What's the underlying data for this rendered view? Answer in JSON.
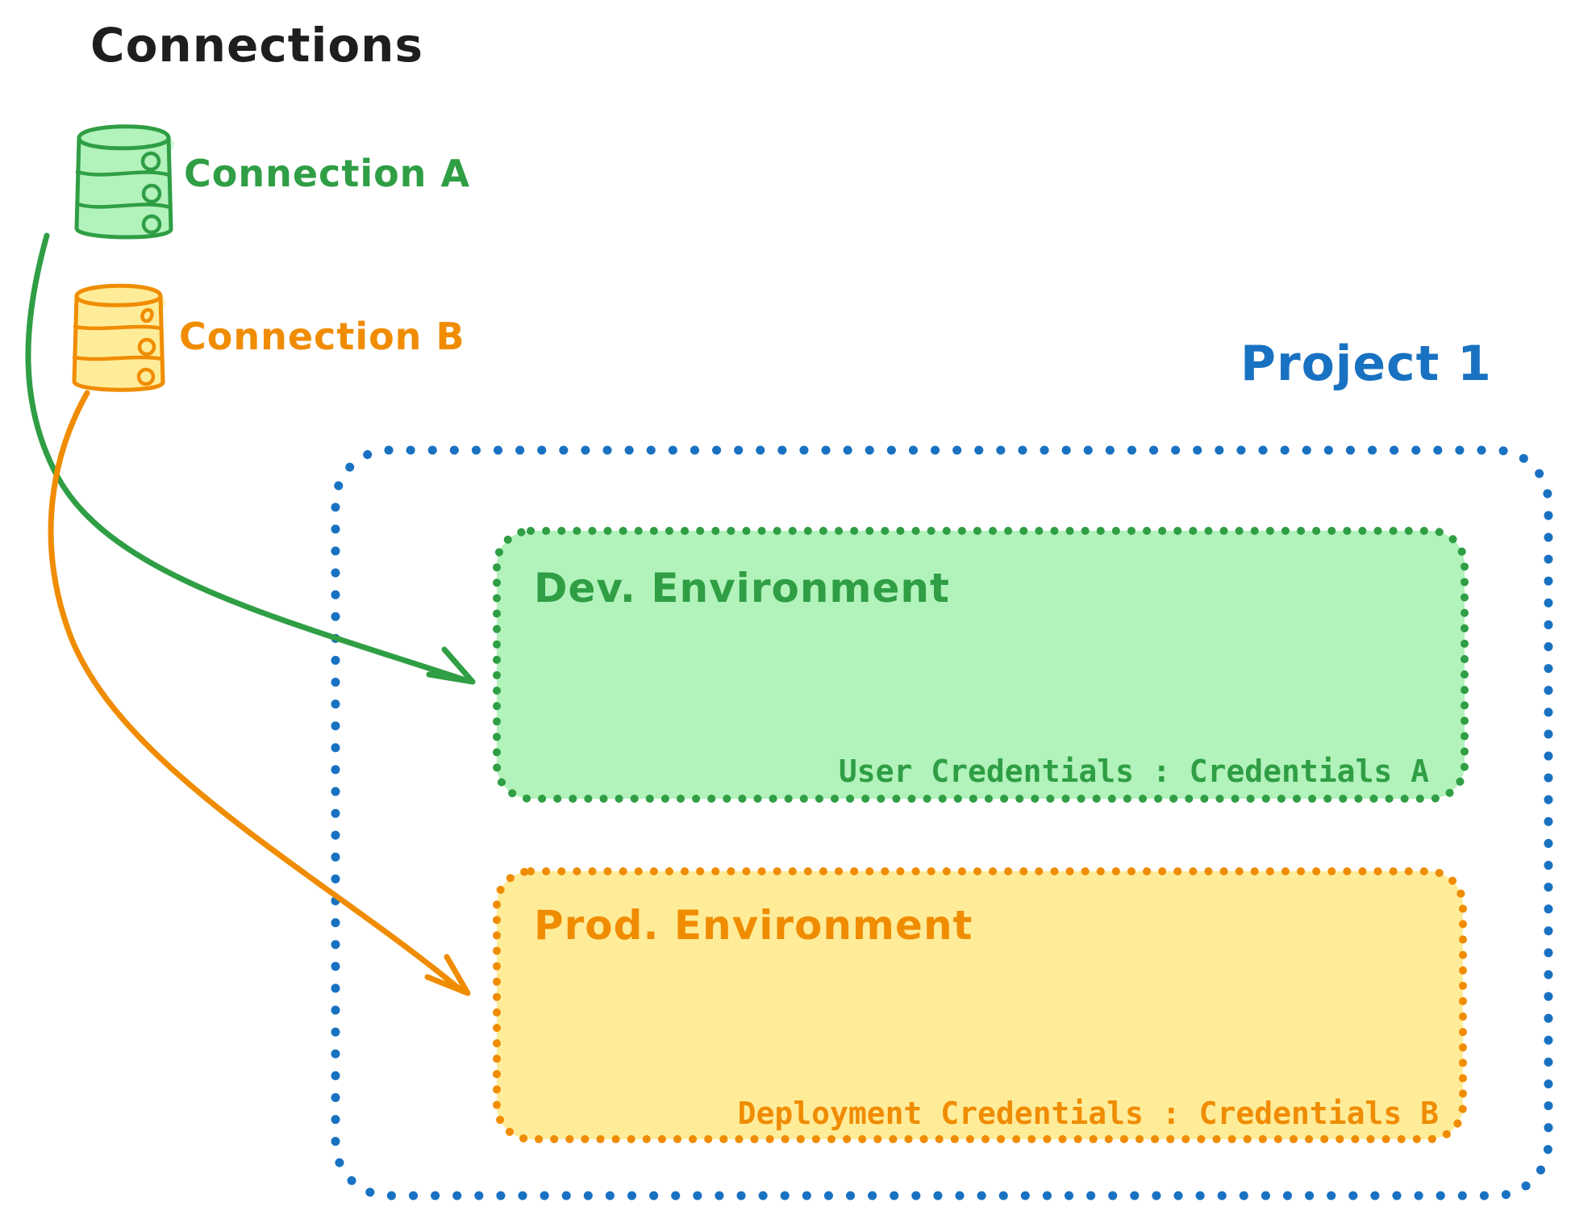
{
  "title": "Connections",
  "colors": {
    "text_black": "#1e1e1e",
    "green_stroke": "#2f9e44",
    "green_fill": "#b2f2bb",
    "orange_stroke": "#f08c00",
    "orange_fill": "#ffec99",
    "blue_stroke": "#1971c2",
    "background": "#ffffff"
  },
  "connections": [
    {
      "label": "Connection A",
      "icon": "database-cylinder-icon",
      "color": "#2f9e44",
      "fill": "#b2f2bb"
    },
    {
      "label": "Connection B",
      "icon": "database-cylinder-icon",
      "color": "#f08c00",
      "fill": "#ffec99"
    }
  ],
  "project": {
    "label": "Project 1",
    "environments": [
      {
        "name": "Dev. Environment",
        "credentials": "User Credentials : Credentials A",
        "color": "#2f9e44",
        "fill": "#b2f2bb"
      },
      {
        "name": "Prod. Environment",
        "credentials": "Deployment Credentials : Credentials B",
        "color": "#f08c00",
        "fill": "#ffec99"
      }
    ]
  },
  "arrows": [
    {
      "name": "connection-a-to-dev-environment",
      "color": "#2f9e44"
    },
    {
      "name": "connection-b-to-prod-environment",
      "color": "#f08c00"
    }
  ]
}
